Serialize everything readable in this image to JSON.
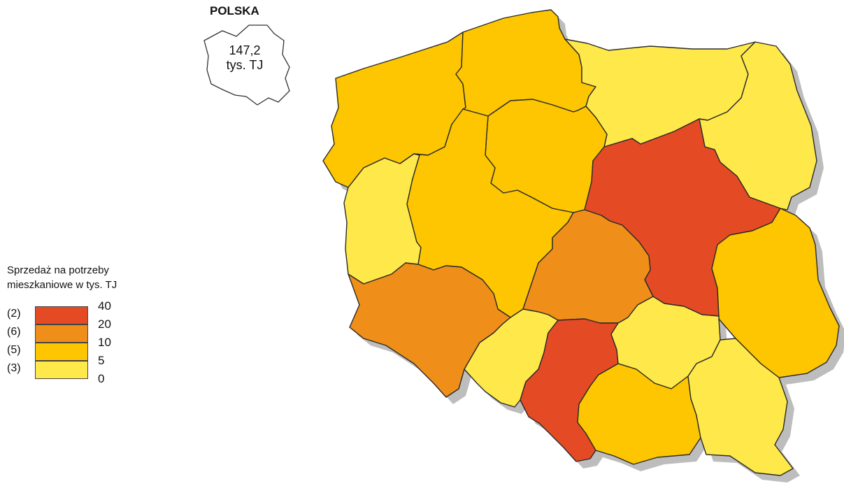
{
  "inset": {
    "title": "POLSKA",
    "value_line1": "147,2",
    "value_line2": "tys. TJ"
  },
  "legend": {
    "title_line1": "Sprzedaż na potrzeby",
    "title_line2": "mieszkaniowe w tys. TJ",
    "classes": [
      {
        "count": "(2)",
        "color": "#e44b25",
        "from": 20,
        "to": 40
      },
      {
        "count": "(6)",
        "color": "#f08e1a",
        "from": 10,
        "to": 20
      },
      {
        "count": "(5)",
        "color": "#fdc600",
        "from": 5,
        "to": 10
      },
      {
        "count": "(3)",
        "color": "#ffe94a",
        "from": 0,
        "to": 5
      }
    ],
    "ticks": [
      "40",
      "20",
      "10",
      "5",
      "0"
    ]
  },
  "map_colors": {
    "class_40": "#e44b25",
    "class_20": "#f08e1a",
    "class_10": "#fdc600",
    "class_5": "#ffe94a",
    "shadow": "#bdbdbd",
    "outline": "#2a2a2a"
  },
  "regions": [
    {
      "id": "zachodniopomorskie",
      "class": "class_10"
    },
    {
      "id": "pomorskie",
      "class": "class_10"
    },
    {
      "id": "warminsko-mazurskie",
      "class": "class_5"
    },
    {
      "id": "podlaskie",
      "class": "class_5"
    },
    {
      "id": "kujawsko-pomorskie",
      "class": "class_10"
    },
    {
      "id": "lubuskie",
      "class": "class_5"
    },
    {
      "id": "wielkopolskie",
      "class": "class_10"
    },
    {
      "id": "mazowieckie",
      "class": "class_40"
    },
    {
      "id": "lodzkie",
      "class": "class_20"
    },
    {
      "id": "lubelskie",
      "class": "class_10"
    },
    {
      "id": "dolnoslaskie",
      "class": "class_20"
    },
    {
      "id": "opolskie",
      "class": "class_5"
    },
    {
      "id": "slaskie",
      "class": "class_40"
    },
    {
      "id": "swietokrzyskie",
      "class": "class_5"
    },
    {
      "id": "malopolskie",
      "class": "class_10"
    },
    {
      "id": "podkarpackie",
      "class": "class_5"
    }
  ]
}
